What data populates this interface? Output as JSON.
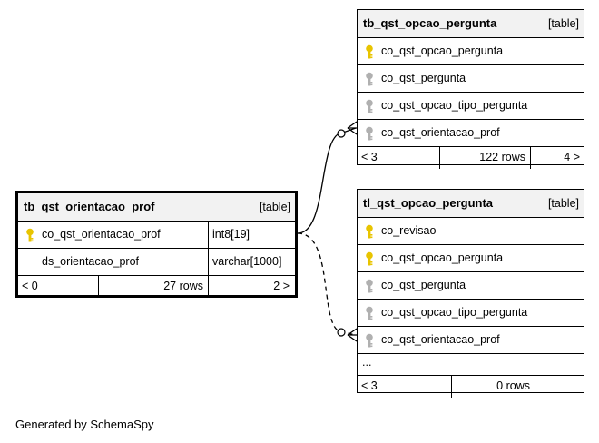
{
  "colors": {
    "primary_key": "#e8c400",
    "foreign_key": "#b0b0b0",
    "header_bg": "#f2f2f2"
  },
  "tables": {
    "opcao_pergunta": {
      "name": "tb_qst_opcao_pergunta",
      "kind": "[table]",
      "columns": [
        {
          "name": "co_qst_opcao_pergunta",
          "icon": "primary-key-icon"
        },
        {
          "name": "co_qst_pergunta",
          "icon": "foreign-key-icon"
        },
        {
          "name": "co_qst_opcao_tipo_pergunta",
          "icon": "foreign-key-icon"
        },
        {
          "name": "co_qst_orientacao_prof",
          "icon": "foreign-key-icon"
        }
      ],
      "footer": {
        "parents": "< 3",
        "rows": "122 rows",
        "children": "4 >"
      }
    },
    "orientacao_prof": {
      "name": "tb_qst_orientacao_prof",
      "kind": "[table]",
      "columns": [
        {
          "name": "co_qst_orientacao_prof",
          "type": "int8[19]",
          "icon": "primary-key-icon"
        },
        {
          "name": "ds_orientacao_prof",
          "type": "varchar[1000]",
          "icon": ""
        }
      ],
      "footer": {
        "parents": "< 0",
        "rows": "27 rows",
        "children": "2 >"
      }
    },
    "tl_opcao_pergunta": {
      "name": "tl_qst_opcao_pergunta",
      "kind": "[table]",
      "columns": [
        {
          "name": "co_revisao",
          "icon": "primary-key-icon"
        },
        {
          "name": "co_qst_opcao_pergunta",
          "icon": "primary-key-icon"
        },
        {
          "name": "co_qst_pergunta",
          "icon": "foreign-key-icon"
        },
        {
          "name": "co_qst_opcao_tipo_pergunta",
          "icon": "foreign-key-icon"
        },
        {
          "name": "co_qst_orientacao_prof",
          "icon": "foreign-key-icon"
        }
      ],
      "ellipsis": "...",
      "footer": {
        "parents": "< 3",
        "rows": "0 rows",
        "children": ""
      }
    }
  },
  "generated_by": "Generated by SchemaSpy"
}
